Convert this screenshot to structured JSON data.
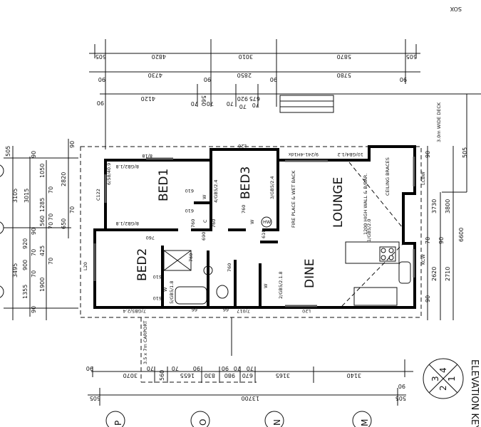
{
  "corner_label": "SOX",
  "top_dims": {
    "row1": [
      "505",
      "4820",
      "3010",
      "5870",
      "505"
    ],
    "row2": [
      "90",
      "4730",
      "90",
      "2850",
      "90",
      "5780",
      "90"
    ],
    "row3": [
      "90",
      "4120",
      "70",
      "560",
      "70",
      "70",
      "920",
      "70",
      "675",
      "70"
    ]
  },
  "left_dims": {
    "col1": [
      "505",
      "3105",
      "3495"
    ],
    "col2": [
      "90",
      "3015",
      "90",
      "920",
      "70",
      "900",
      "70",
      "1355",
      "90"
    ],
    "col3": [
      "1050",
      "70",
      "1285",
      "70",
      "560",
      "70",
      "425",
      "70",
      "1900"
    ],
    "col4": [
      "90",
      "2820",
      "70",
      "650"
    ]
  },
  "bottom_dims": {
    "row1": [
      "90",
      "3070",
      "70",
      "560",
      "70",
      "1655",
      "90",
      "830",
      "90",
      "70",
      "980",
      "70",
      "670",
      "3165",
      "3140",
      "90"
    ],
    "row2": [
      "505",
      "13700",
      "505"
    ],
    "carport_note": "3.5 x 7m CARPORT"
  },
  "right_dims": [
    "90",
    "505",
    "3730",
    "3800",
    "70",
    "90",
    "6600",
    "2620",
    "2710",
    "90"
  ],
  "deck_note": "3.0m WIDE DECK",
  "rooms": {
    "bed1": "BED1",
    "bed2": "BED2",
    "bed3": "BED3",
    "lounge": "LOUNGE",
    "dine": "DINE"
  },
  "annotations": {
    "fireplace": "FIRE PLACE & WET BACK",
    "wall_note": "1200 HIGH WALL & B/BAR.",
    "ceiling": "CEILING BRACES",
    "windows": [
      "8/18",
      "C122",
      "6/58/40.9",
      "8/GB2/1.8",
      "8/GB2/1.8",
      "4/GB5/2.4",
      "3/GB5/2.4",
      "5/GB5/1.8",
      "7/GB5/2.4",
      "2/GB5/2.1.8",
      "1/GB5/2.0",
      "10/GB4/1.2",
      "9/241-4H1dx",
      "L20",
      "L20",
      "L20",
      "LCBW",
      "KCW",
      "7/017",
      "66",
      "66"
    ],
    "doors": [
      "760",
      "760",
      "760",
      "760",
      "760",
      "760",
      "610",
      "610",
      "610",
      "610",
      "610",
      "690"
    ],
    "fixtures": [
      "W",
      "W",
      "W",
      "W",
      "C",
      "HW"
    ]
  },
  "grid_markers": [
    "P",
    "O",
    "N",
    "M"
  ],
  "elevation_key": {
    "label": "ELEVATION KEY",
    "quadrants": [
      "3",
      "4",
      "2",
      "1"
    ]
  }
}
